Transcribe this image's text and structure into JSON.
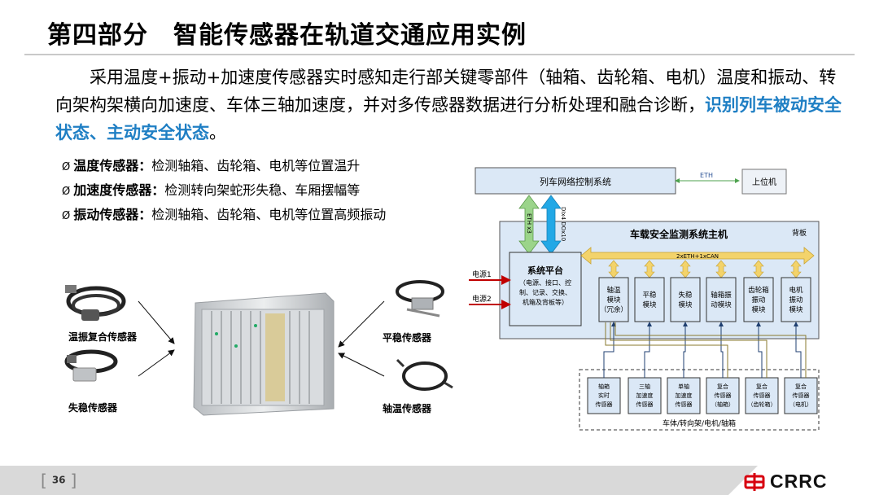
{
  "title": "第四部分　智能传感器在轨道交通应用实例",
  "intro": {
    "text_before": "采用温度+振动+加速度传感器实时感知走行部关键零部件（轴箱、齿轮箱、电机）温度和振动、转向架构架横向加速度、车体三轴加速度，并对多传感器数据进行分析处理和融合诊断，",
    "highlight": "识别列车被动安全状态、主动安全状态",
    "text_after": "。"
  },
  "bullets": [
    {
      "marker": "Ø",
      "label": "温度传感器：",
      "desc": "检测轴箱、齿轮箱、电机等位置温升"
    },
    {
      "marker": "Ø",
      "label": "加速度传感器：",
      "desc": "检测转向架蛇形失稳、车厢摆幅等"
    },
    {
      "marker": "Ø",
      "label": "振动传感器：",
      "desc": "检测轴箱、齿轮箱、电机等位置高频振动"
    }
  ],
  "photo_labels": {
    "temp_vib": "温振复合传感器",
    "instability": "失稳传感器",
    "ride": "平稳传感器",
    "axle_temp": "轴温传感器"
  },
  "diagram": {
    "network": "列车网络控制系统",
    "eth_label": "ETH",
    "upper": "上位机",
    "host_title": "车载安全监测系统主机",
    "backplane": "背板",
    "bus_label": "2xETH+1xCAN",
    "eth_link": "ETH x3",
    "dio_link": "DIx4 DOx10",
    "power1": "电源1",
    "power2": "电源2",
    "platform_title": "系统平台",
    "platform_lines": [
      "（电源、接口、控",
      "制、记录、交换、",
      "机箱及背板等）"
    ],
    "modules": [
      [
        "轴温",
        "模块",
        "（冗余）"
      ],
      [
        "平稳",
        "模块"
      ],
      [
        "失稳",
        "模块"
      ],
      [
        "轴箱振",
        "动模块"
      ],
      [
        "齿轮箱",
        "振动",
        "模块"
      ],
      [
        "电机",
        "振动",
        "模块"
      ]
    ],
    "sensors": [
      [
        "轴箱",
        "实时",
        "传感器"
      ],
      [
        "三轴",
        "加速度",
        "传感器"
      ],
      [
        "单轴",
        "加速度",
        "传感器"
      ],
      [
        "复合",
        "传感器",
        "（轴箱）"
      ],
      [
        "复合",
        "传感器",
        "（齿轮箱）"
      ],
      [
        "复合",
        "传感器",
        "（电机）"
      ]
    ],
    "bottom_label": "车体/转向架/电机/轴箱"
  },
  "footer": {
    "page": "36",
    "brand": "CRRC"
  },
  "colors": {
    "highlight": "#1f7fc4",
    "diagram_blue": "#dbe8f6",
    "bus_yellow": "#f3d36b",
    "arrow_green": "#9bd48a",
    "arrow_blue": "#22a8e6",
    "logo_red": "#d7000f"
  }
}
